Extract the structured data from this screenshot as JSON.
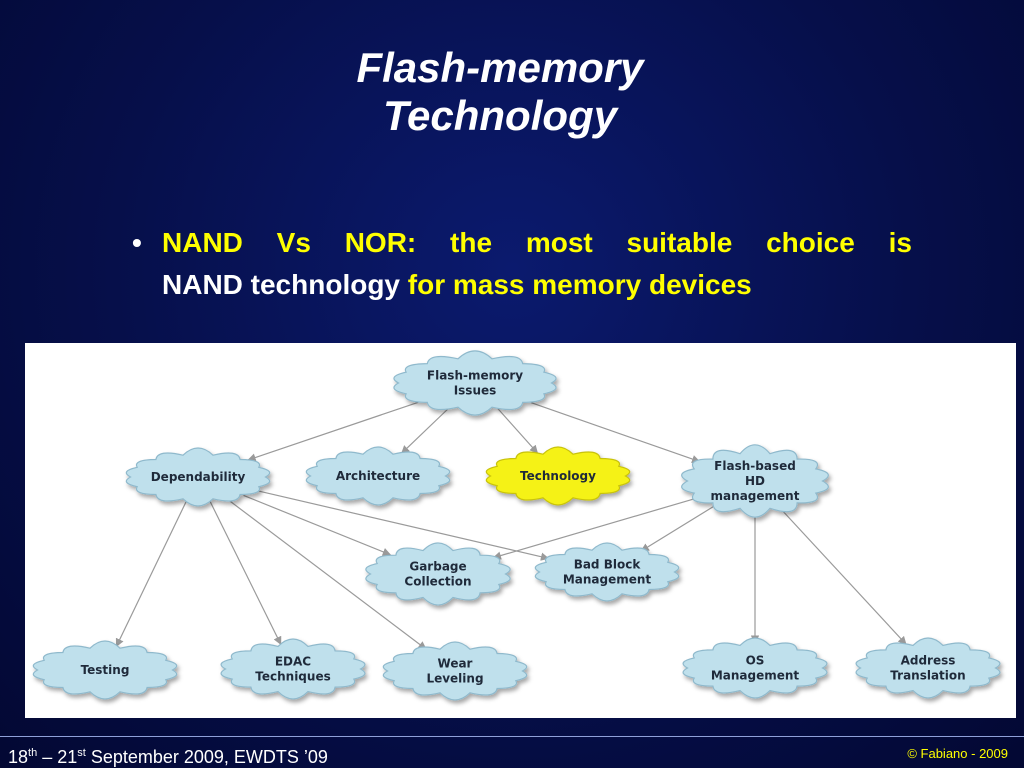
{
  "slide": {
    "title_line1": "Flash-memory",
    "title_line2": "Technology",
    "bullet": {
      "words_line1": [
        "NAND",
        "Vs",
        "NOR:",
        "the",
        "most",
        "suitable",
        "choice",
        "is"
      ],
      "line2_white": "NAND technology",
      "line2_yellow": "for mass memory devices"
    },
    "footer": {
      "d1": "18",
      "d1_sup": "th",
      "sep": " – ",
      "d2": "21",
      "d2_sup": "st",
      "rest": " September 2009, EWDTS ’09",
      "right": "© Fabiano - 2009"
    }
  },
  "diagram": {
    "colors": {
      "cloud_fill": "#bfe0ec",
      "cloud_stroke": "#8fb9cc",
      "highlight_fill": "#f5f213",
      "highlight_stroke": "#c8c20a",
      "edge": "#9a9a9a",
      "text": "#1f2a3a"
    },
    "nodes": [
      {
        "id": "issues",
        "lines": [
          "Flash-memory",
          "Issues"
        ]
      },
      {
        "id": "dependability",
        "lines": [
          "Dependability"
        ]
      },
      {
        "id": "architecture",
        "lines": [
          "Architecture"
        ]
      },
      {
        "id": "technology",
        "lines": [
          "Technology"
        ],
        "highlight": true
      },
      {
        "id": "hdmgmt",
        "lines": [
          "Flash-based",
          "HD",
          "management"
        ]
      },
      {
        "id": "garbage",
        "lines": [
          "Garbage",
          "Collection"
        ]
      },
      {
        "id": "badblock",
        "lines": [
          "Bad Block",
          "Management"
        ]
      },
      {
        "id": "testing",
        "lines": [
          "Testing"
        ]
      },
      {
        "id": "edac",
        "lines": [
          "EDAC",
          "Techniques"
        ]
      },
      {
        "id": "wear",
        "lines": [
          "Wear",
          "Leveling"
        ]
      },
      {
        "id": "osmgmt",
        "lines": [
          "OS",
          "Management"
        ]
      },
      {
        "id": "address",
        "lines": [
          "Address",
          "Translation"
        ]
      }
    ],
    "edges": [
      {
        "from": "issues",
        "to": "dependability"
      },
      {
        "from": "issues",
        "to": "architecture"
      },
      {
        "from": "issues",
        "to": "technology"
      },
      {
        "from": "issues",
        "to": "hdmgmt"
      },
      {
        "from": "dependability",
        "to": "testing"
      },
      {
        "from": "dependability",
        "to": "edac"
      },
      {
        "from": "dependability",
        "to": "wear"
      },
      {
        "from": "dependability",
        "to": "garbage"
      },
      {
        "from": "dependability",
        "to": "badblock"
      },
      {
        "from": "hdmgmt",
        "to": "garbage"
      },
      {
        "from": "hdmgmt",
        "to": "badblock"
      },
      {
        "from": "hdmgmt",
        "to": "osmgmt"
      },
      {
        "from": "hdmgmt",
        "to": "address"
      }
    ]
  }
}
